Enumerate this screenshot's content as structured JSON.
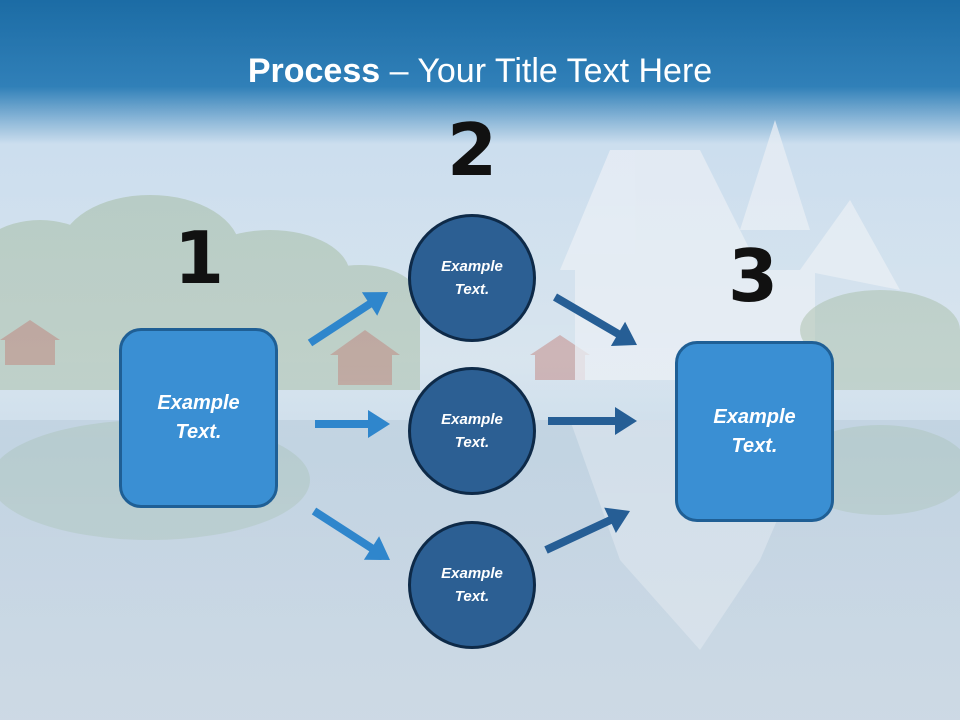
{
  "title": {
    "bold": "Process",
    "rest": " – Your Title Text Here"
  },
  "steps": [
    {
      "number": "1"
    },
    {
      "number": "2"
    },
    {
      "number": "3"
    }
  ],
  "nodes": {
    "left_box": "Example Text.",
    "top_circle": "Example Text.",
    "middle_circle": "Example Text.",
    "bottom_circle": "Example Text.",
    "right_box": "Example Text."
  },
  "colors": {
    "header": "#1c6ca5",
    "box_fill": "#3a8fd3",
    "circle_fill": "#2c5f93",
    "arrow_left_group": "#2f86cc",
    "arrow_right_group": "#265e95"
  }
}
